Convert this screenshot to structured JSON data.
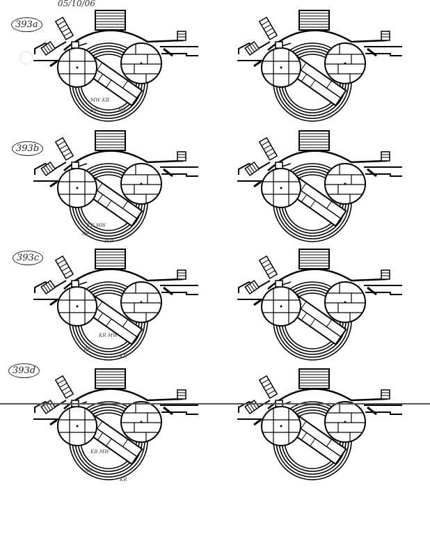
{
  "document": {
    "date": "05/10/06",
    "panels": [
      {
        "label": "393a",
        "notes": [
          "MW KR",
          "RF",
          "KR"
        ]
      },
      {
        "label": "393b",
        "notes": [
          "KR MW",
          "RF",
          "MW"
        ]
      },
      {
        "label": "393c",
        "notes": [
          "KR MW",
          "RF",
          "KR"
        ]
      },
      {
        "label": "393d",
        "notes": [
          "KR MW",
          "RF",
          "KR"
        ]
      }
    ]
  }
}
